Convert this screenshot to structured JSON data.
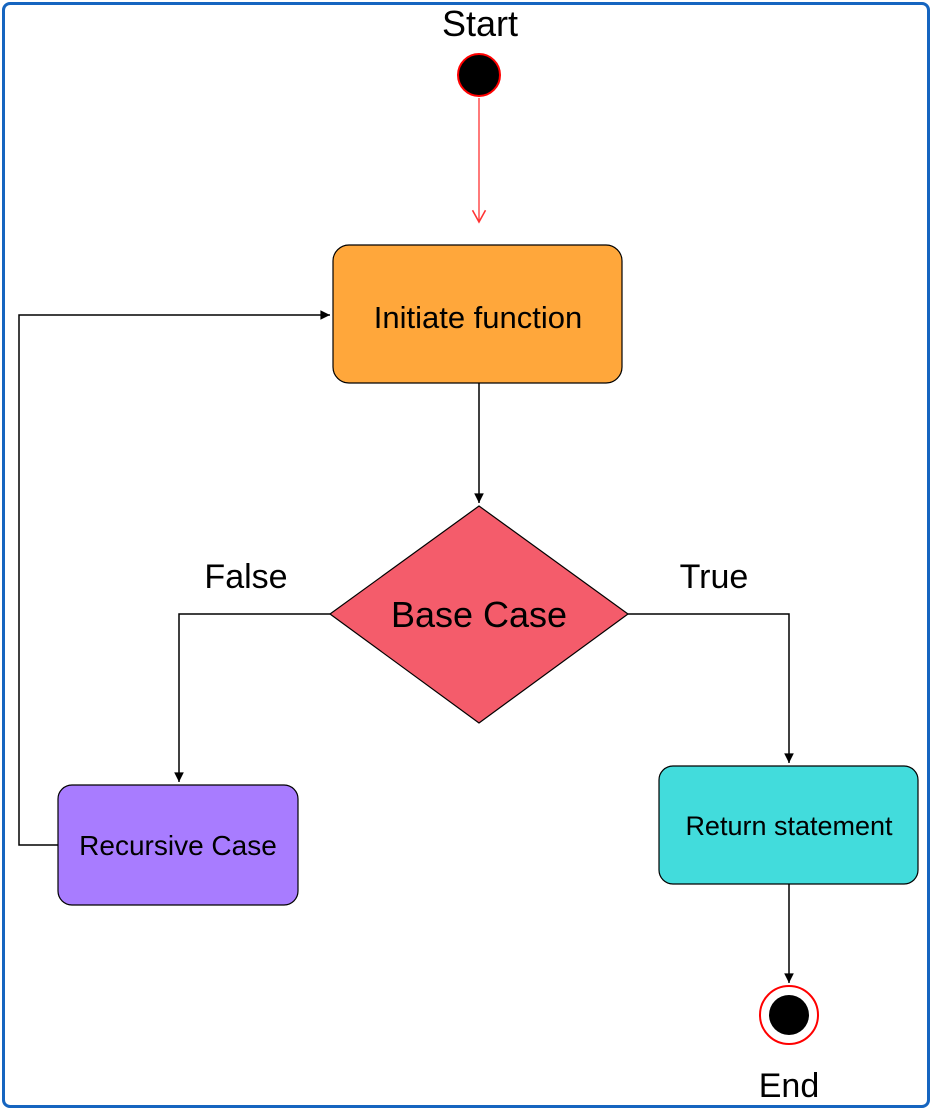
{
  "diagram": {
    "start_label": "Start",
    "end_label": "End",
    "false_label": "False",
    "true_label": "True",
    "nodes": {
      "initiate": {
        "label": "Initiate function",
        "color": "#ffa73b"
      },
      "base_case": {
        "label": "Base Case",
        "color": "#f45c6b"
      },
      "recursive": {
        "label": "Recursive Case",
        "color": "#a87cff"
      },
      "return_stmt": {
        "label": "Return statement",
        "color": "#42dcdc"
      }
    },
    "colors": {
      "frame": "#1565c0",
      "start_arrow": "#ff3333",
      "start_ring": "#ff0000",
      "edge": "#000000"
    }
  }
}
